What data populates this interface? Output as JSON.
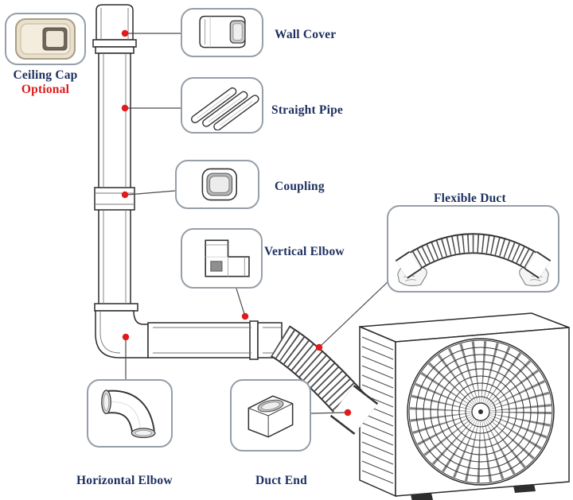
{
  "labels": {
    "ceiling_cap": "Ceiling Cap",
    "optional": "Optional",
    "wall_cover": "Wall Cover",
    "straight_pipe": "Straight Pipe",
    "coupling": "Coupling",
    "vertical_elbow": "Vertical Elbow",
    "flexible_duct": "Flexible Duct",
    "horizontal_elbow": "Horizontal Elbow",
    "duct_end": "Duct End"
  },
  "colors": {
    "label_text": "#1d2f5f",
    "optional_text": "#dc1a1a",
    "marker_dot": "#e11a1a",
    "callout_border": "#969ea7",
    "line_art": "#2b2b2b",
    "ceiling_cap_fill": "#e9e0cd"
  }
}
